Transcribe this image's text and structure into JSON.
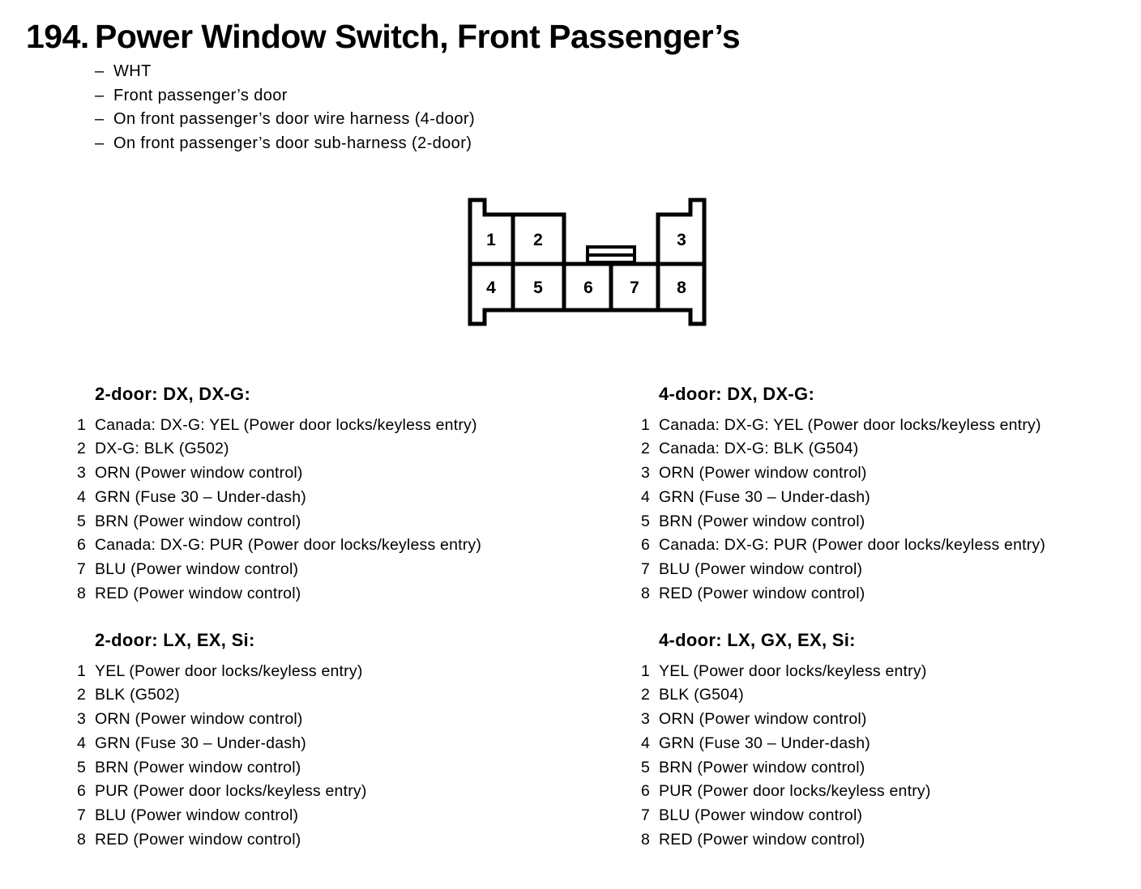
{
  "colors": {
    "ink": "#000000",
    "paper": "#ffffff"
  },
  "header": {
    "number": "194.",
    "title": "Power Window Switch, Front Passenger’s",
    "bullet_dash": "–",
    "bullets": [
      "WHT",
      "Front passenger’s door",
      "On front passenger’s door wire harness (4-door)",
      "On front passenger’s door sub-harness (2-door)"
    ]
  },
  "connector": {
    "pins": [
      "1",
      "2",
      "3",
      "4",
      "5",
      "6",
      "7",
      "8"
    ]
  },
  "sections": [
    {
      "heading": "2-door: DX, DX-G:",
      "items": [
        {
          "pin": "1",
          "desc": "Canada: DX-G: YEL (Power door locks/keyless entry)"
        },
        {
          "pin": "2",
          "desc": "DX-G: BLK (G502)"
        },
        {
          "pin": "3",
          "desc": "ORN (Power window control)"
        },
        {
          "pin": "4",
          "desc": "GRN (Fuse 30 – Under-dash)"
        },
        {
          "pin": "5",
          "desc": "BRN (Power window control)"
        },
        {
          "pin": "6",
          "desc": "Canada: DX-G: PUR (Power door locks/keyless entry)"
        },
        {
          "pin": "7",
          "desc": "BLU (Power window control)"
        },
        {
          "pin": "8",
          "desc": "RED (Power window control)"
        }
      ]
    },
    {
      "heading": "4-door: DX, DX-G:",
      "items": [
        {
          "pin": "1",
          "desc": "Canada: DX-G: YEL (Power door locks/keyless entry)"
        },
        {
          "pin": "2",
          "desc": "Canada: DX-G: BLK (G504)"
        },
        {
          "pin": "3",
          "desc": "ORN (Power window control)"
        },
        {
          "pin": "4",
          "desc": "GRN (Fuse 30 – Under-dash)"
        },
        {
          "pin": "5",
          "desc": "BRN (Power window control)"
        },
        {
          "pin": "6",
          "desc": "Canada: DX-G: PUR (Power door locks/keyless entry)"
        },
        {
          "pin": "7",
          "desc": "BLU (Power window control)"
        },
        {
          "pin": "8",
          "desc": "RED (Power window control)"
        }
      ]
    },
    {
      "heading": "2-door: LX, EX, Si:",
      "items": [
        {
          "pin": "1",
          "desc": "YEL (Power door locks/keyless entry)"
        },
        {
          "pin": "2",
          "desc": "BLK (G502)"
        },
        {
          "pin": "3",
          "desc": "ORN (Power window control)"
        },
        {
          "pin": "4",
          "desc": "GRN (Fuse 30 – Under-dash)"
        },
        {
          "pin": "5",
          "desc": "BRN (Power window control)"
        },
        {
          "pin": "6",
          "desc": "PUR (Power door locks/keyless entry)"
        },
        {
          "pin": "7",
          "desc": "BLU (Power window control)"
        },
        {
          "pin": "8",
          "desc": "RED (Power window control)"
        }
      ]
    },
    {
      "heading": "4-door: LX, GX, EX, Si:",
      "items": [
        {
          "pin": "1",
          "desc": "YEL (Power door locks/keyless entry)"
        },
        {
          "pin": "2",
          "desc": "BLK (G504)"
        },
        {
          "pin": "3",
          "desc": "ORN (Power window control)"
        },
        {
          "pin": "4",
          "desc": "GRN (Fuse 30 – Under-dash)"
        },
        {
          "pin": "5",
          "desc": "BRN (Power window control)"
        },
        {
          "pin": "6",
          "desc": "PUR (Power door locks/keyless entry)"
        },
        {
          "pin": "7",
          "desc": "BLU (Power window control)"
        },
        {
          "pin": "8",
          "desc": "RED (Power window control)"
        }
      ]
    }
  ]
}
